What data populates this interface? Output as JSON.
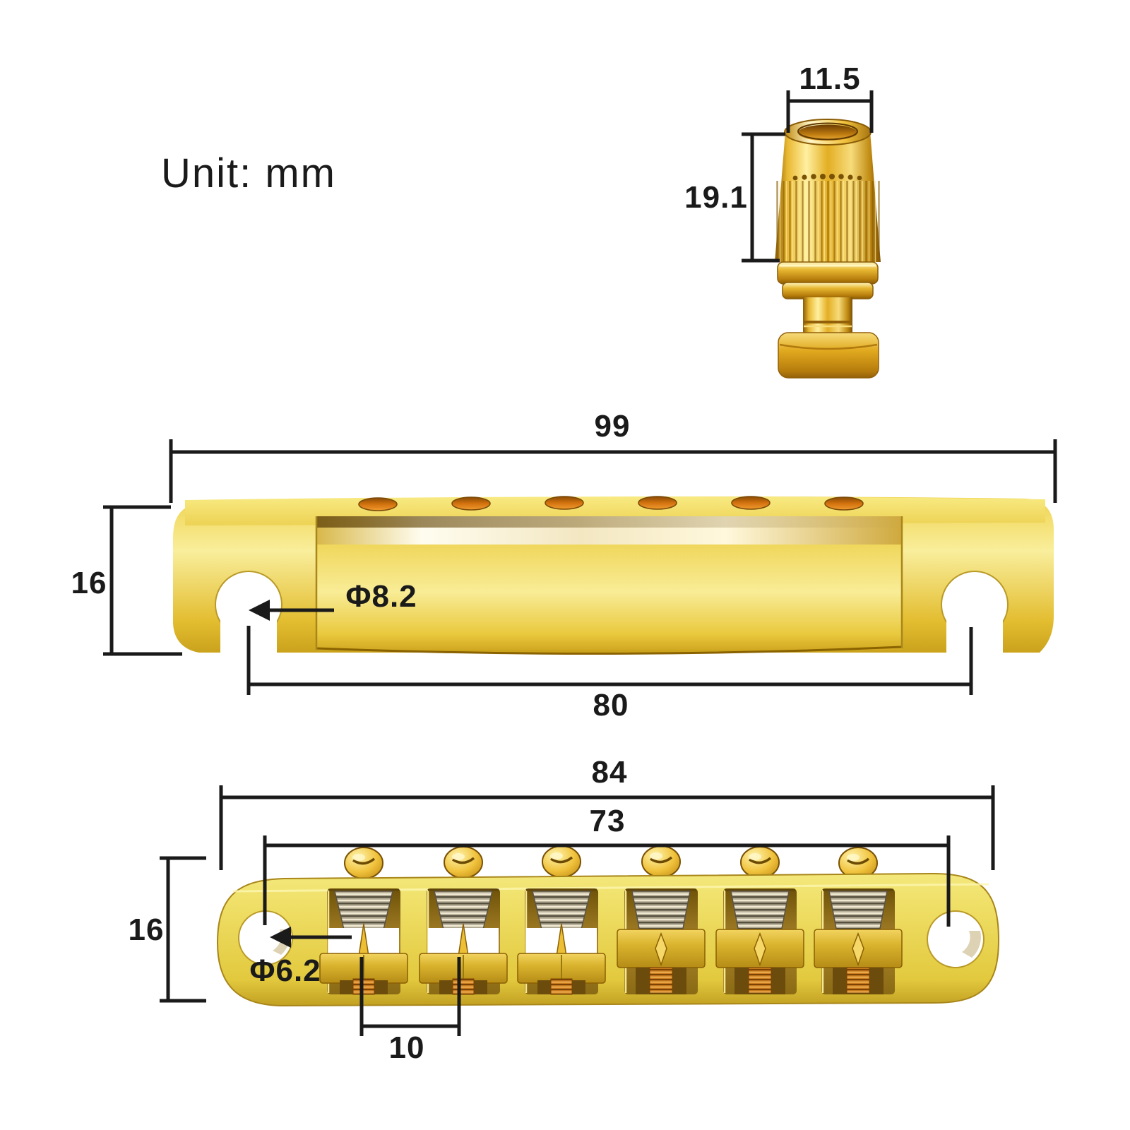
{
  "unit_label": "Unit: mm",
  "stud": {
    "name": "tailpiece mounting stud with bushing",
    "top_diameter_mm": "11.5",
    "bushing_height_mm": "19.1"
  },
  "tailpiece": {
    "name": "stop bar tailpiece",
    "overall_length_mm": "99",
    "end_height_mm": "16",
    "notch_diameter_mm": "Φ8.2",
    "stud_spacing_mm": "80",
    "string_hole_count": 6
  },
  "bridge": {
    "name": "tune-o-matic roller bridge",
    "overall_length_mm": "84",
    "post_spacing_mm": "73",
    "end_height_mm": "16",
    "post_hole_diameter_mm": "Φ6.2",
    "string_spacing_mm": "10",
    "saddle_count": 6
  },
  "colors": {
    "background": "#ffffff",
    "dimension_text": "#1a1a1a",
    "dimension_line": "#1a1a1a",
    "gold_highlight": "#fff3b0",
    "gold_mid": "#e8c93f",
    "gold_deep": "#c0901a",
    "gold_shadow": "#8a5e06",
    "string_hole_orange": "#d2720e",
    "spring_silver": "#b8af98",
    "screw_orange": "#c87a1e"
  }
}
